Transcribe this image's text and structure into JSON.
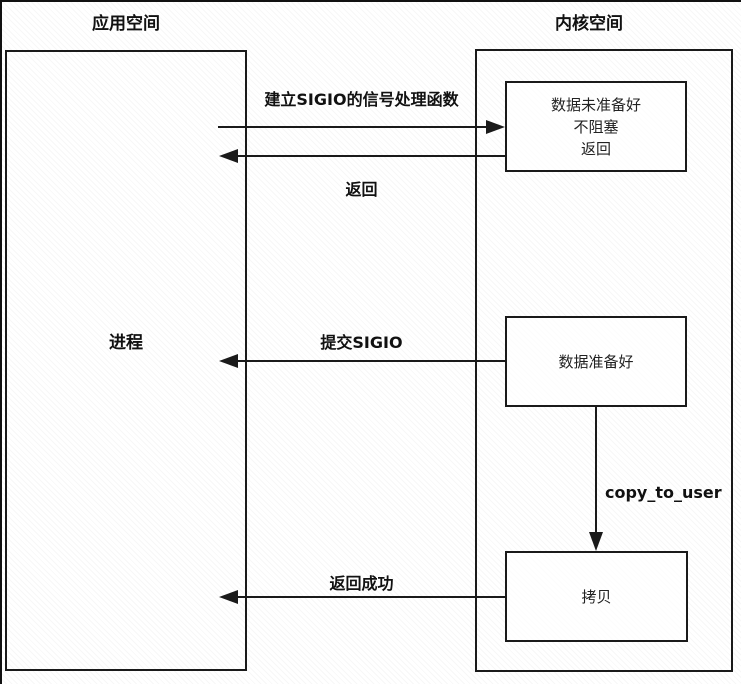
{
  "diagram": {
    "left_column": {
      "title": "应用空间",
      "process_label": "进程"
    },
    "right_column": {
      "title": "内核空间"
    },
    "kernel_boxes": {
      "not_ready": {
        "lines": [
          "数据未准备好",
          "不阻塞",
          "返回"
        ]
      },
      "ready": {
        "label": "数据准备好"
      },
      "copy": {
        "label": "拷贝"
      }
    },
    "arrows": {
      "establish_label": "建立SIGIO的信号处理函数",
      "return_label": "返回",
      "submit_label": "提交SIGIO",
      "copy_to_user_label": "copy_to_user",
      "return_success_label": "返回成功"
    },
    "colors": {
      "line": "#1a1a1a",
      "background": "#ffffff"
    }
  }
}
